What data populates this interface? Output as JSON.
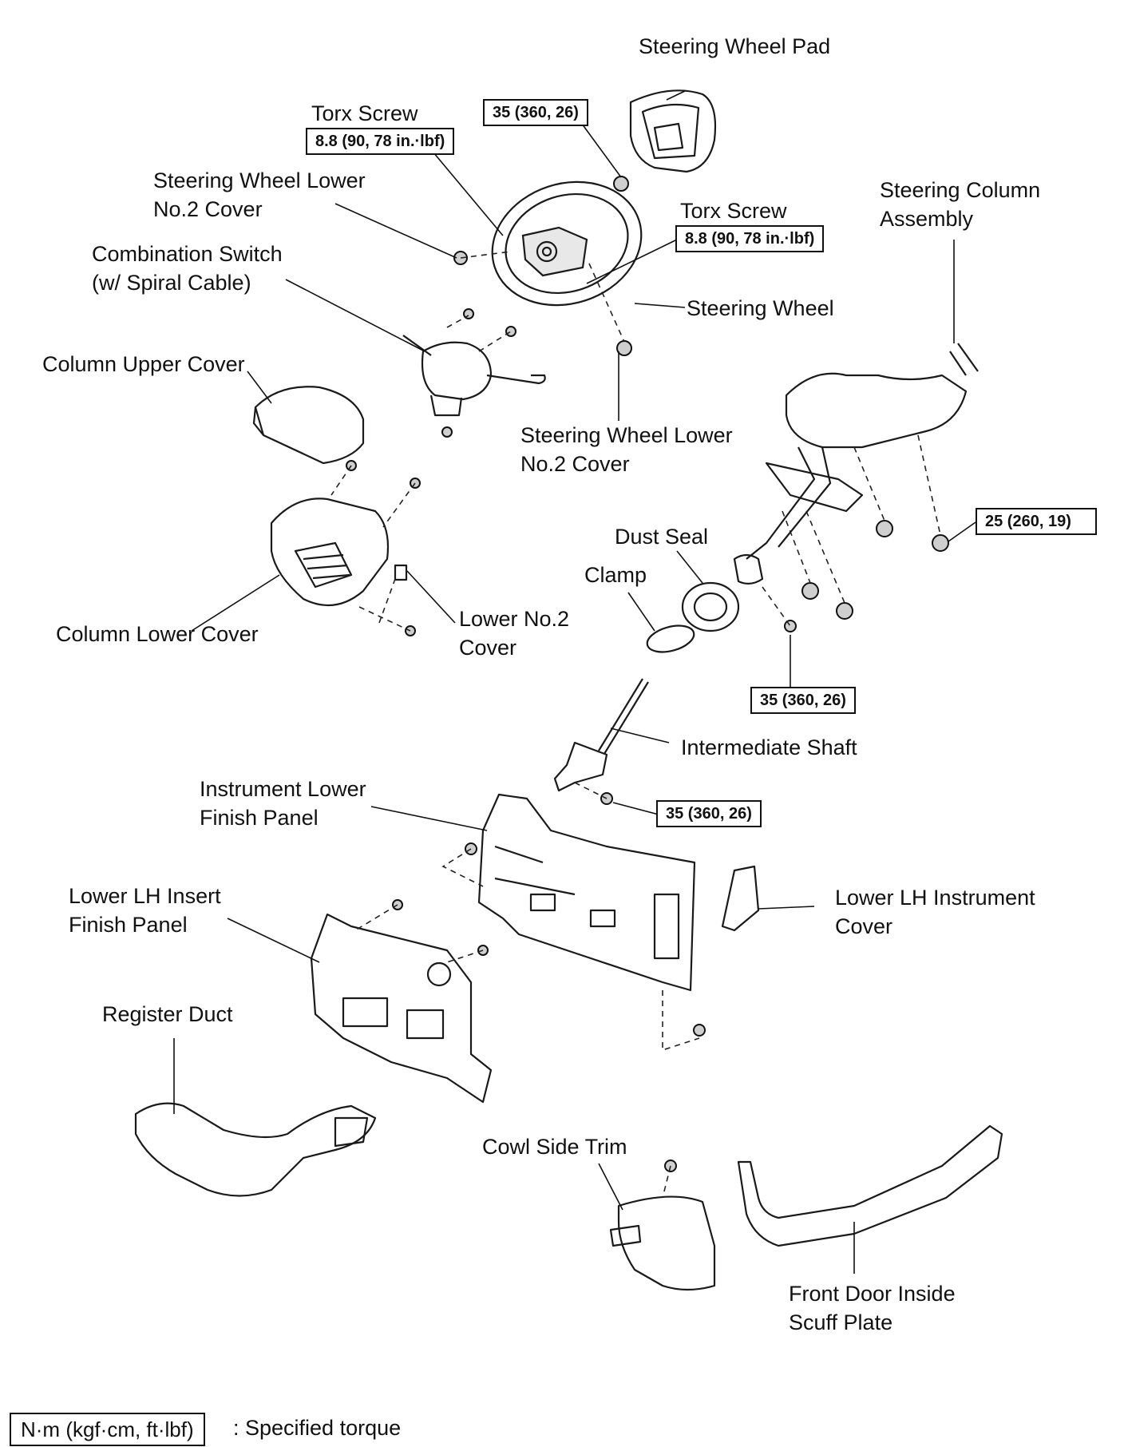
{
  "labels": {
    "steering_wheel_pad": "Steering Wheel Pad",
    "torx_screw_1": "Torx Screw",
    "torx_screw_2": "Torx Screw",
    "steering_wheel_lower_no2_cover_1": [
      "Steering Wheel Lower",
      "No.2 Cover"
    ],
    "combination_switch": [
      "Combination Switch",
      "(w/ Spiral Cable)"
    ],
    "steering_column_assembly": [
      "Steering Column",
      "Assembly"
    ],
    "steering_wheel": "Steering Wheel",
    "column_upper_cover": "Column Upper Cover",
    "steering_wheel_lower_no2_cover_2": [
      "Steering Wheel Lower",
      "No.2 Cover"
    ],
    "dust_seal": "Dust Seal",
    "clamp": "Clamp",
    "column_lower_cover": "Column Lower Cover",
    "lower_no2_cover": [
      "Lower No.2",
      "Cover"
    ],
    "intermediate_shaft": "Intermediate Shaft",
    "instrument_lower_finish_panel": [
      "Instrument Lower",
      "Finish Panel"
    ],
    "lower_lh_insert_finish_panel": [
      "Lower LH Insert",
      "Finish Panel"
    ],
    "lower_lh_instrument_cover": [
      "Lower LH Instrument",
      "Cover"
    ],
    "register_duct": "Register Duct",
    "cowl_side_trim": "Cowl Side Trim",
    "front_door_inside_scuff_plate": [
      "Front Door Inside",
      "Scuff Plate"
    ]
  },
  "torques": {
    "pad_nut": "35 (360, 26)",
    "torx_1": "8.8 (90, 78 in.·lbf)",
    "torx_2": "8.8 (90, 78 in.·lbf)",
    "column_nut": "25 (260, 19)",
    "shaft_bolt_upper": "35 (360, 26)",
    "shaft_bolt_lower": "35 (360, 26)"
  },
  "legend": {
    "unit_box": "N·m (kgf·cm, ft·lbf)",
    "description": ": Specified torque"
  }
}
